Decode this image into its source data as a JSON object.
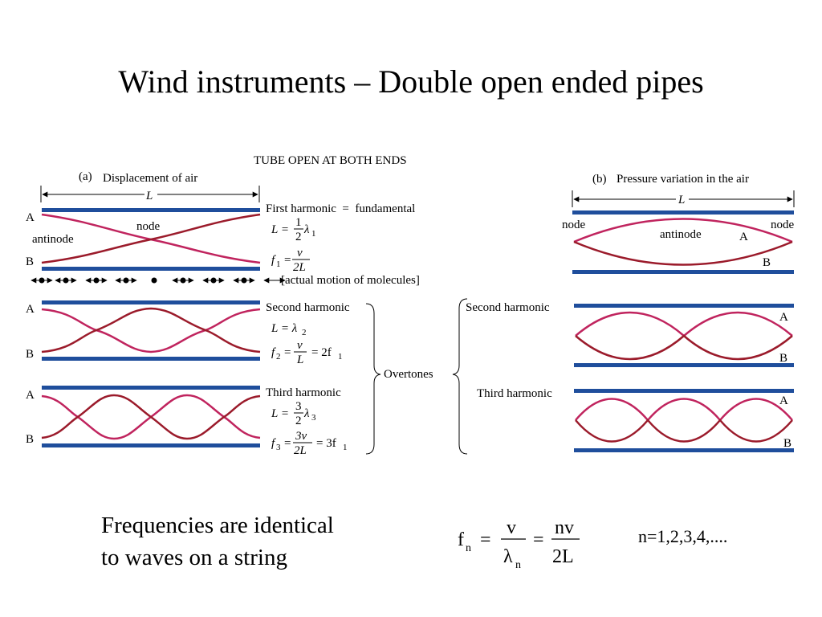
{
  "title": "Wind instruments – Double open ended pipes",
  "diagram": {
    "header": "TUBE OPEN AT BOTH ENDS",
    "panel_a": {
      "label": "(a)",
      "title": "Displacement of air",
      "length_label": "L",
      "end_a": "A",
      "end_b": "B",
      "node_label": "node",
      "antinode_label": "antinode",
      "first_harmonic": "First harmonic  =  fundamental",
      "eq1_lhs": "L =",
      "eq1_num": "1",
      "eq1_den": "2",
      "eq1_rest": "λ",
      "eq1_sub": "1",
      "f1_lhs": "f",
      "f1_sub": "1",
      "f1_eq": "=",
      "f1_num": "v",
      "f1_den": "2L",
      "molecules_label": "[actual motion of molecules]",
      "second_harmonic": "Second harmonic",
      "eq2_lhs": "L = λ",
      "eq2_sub": "2",
      "f2_lhs": "f",
      "f2_sub": "2",
      "f2_num": "v",
      "f2_den": "L",
      "f2_rest": "= 2f",
      "f2_rest_sub": "1",
      "third_harmonic": "Third harmonic",
      "eq3_lhs": "L =",
      "eq3_num": "3",
      "eq3_den": "2",
      "eq3_rest": "λ",
      "eq3_sub": "3",
      "f3_lhs": "f",
      "f3_sub": "3",
      "f3_num": "3v",
      "f3_den": "2L",
      "f3_rest": "= 3f",
      "f3_rest_sub": "1"
    },
    "overtones_label": "Overtones",
    "panel_b": {
      "label": "(b)",
      "title": "Pressure variation in the air",
      "length_label": "L",
      "node_left": "node",
      "node_right": "node",
      "antinode_label": "antinode",
      "end_a": "A",
      "end_b": "B",
      "second_harmonic": "Second harmonic",
      "third_harmonic": "Third harmonic"
    }
  },
  "formula": {
    "f": "f",
    "f_sub": "n",
    "eq1": "=",
    "num1": "v",
    "den1": "λ",
    "den1_sub": "n",
    "eq2": "=",
    "num2": "nv",
    "den2": "2L"
  },
  "caption_line1": "Frequencies are identical",
  "caption_line2": "to waves on a string",
  "n_values": "n=1,2,3,4,....",
  "colors": {
    "tube": "#1f4e9c",
    "wave_a": "#c0245e",
    "wave_b": "#9b1b2b"
  }
}
